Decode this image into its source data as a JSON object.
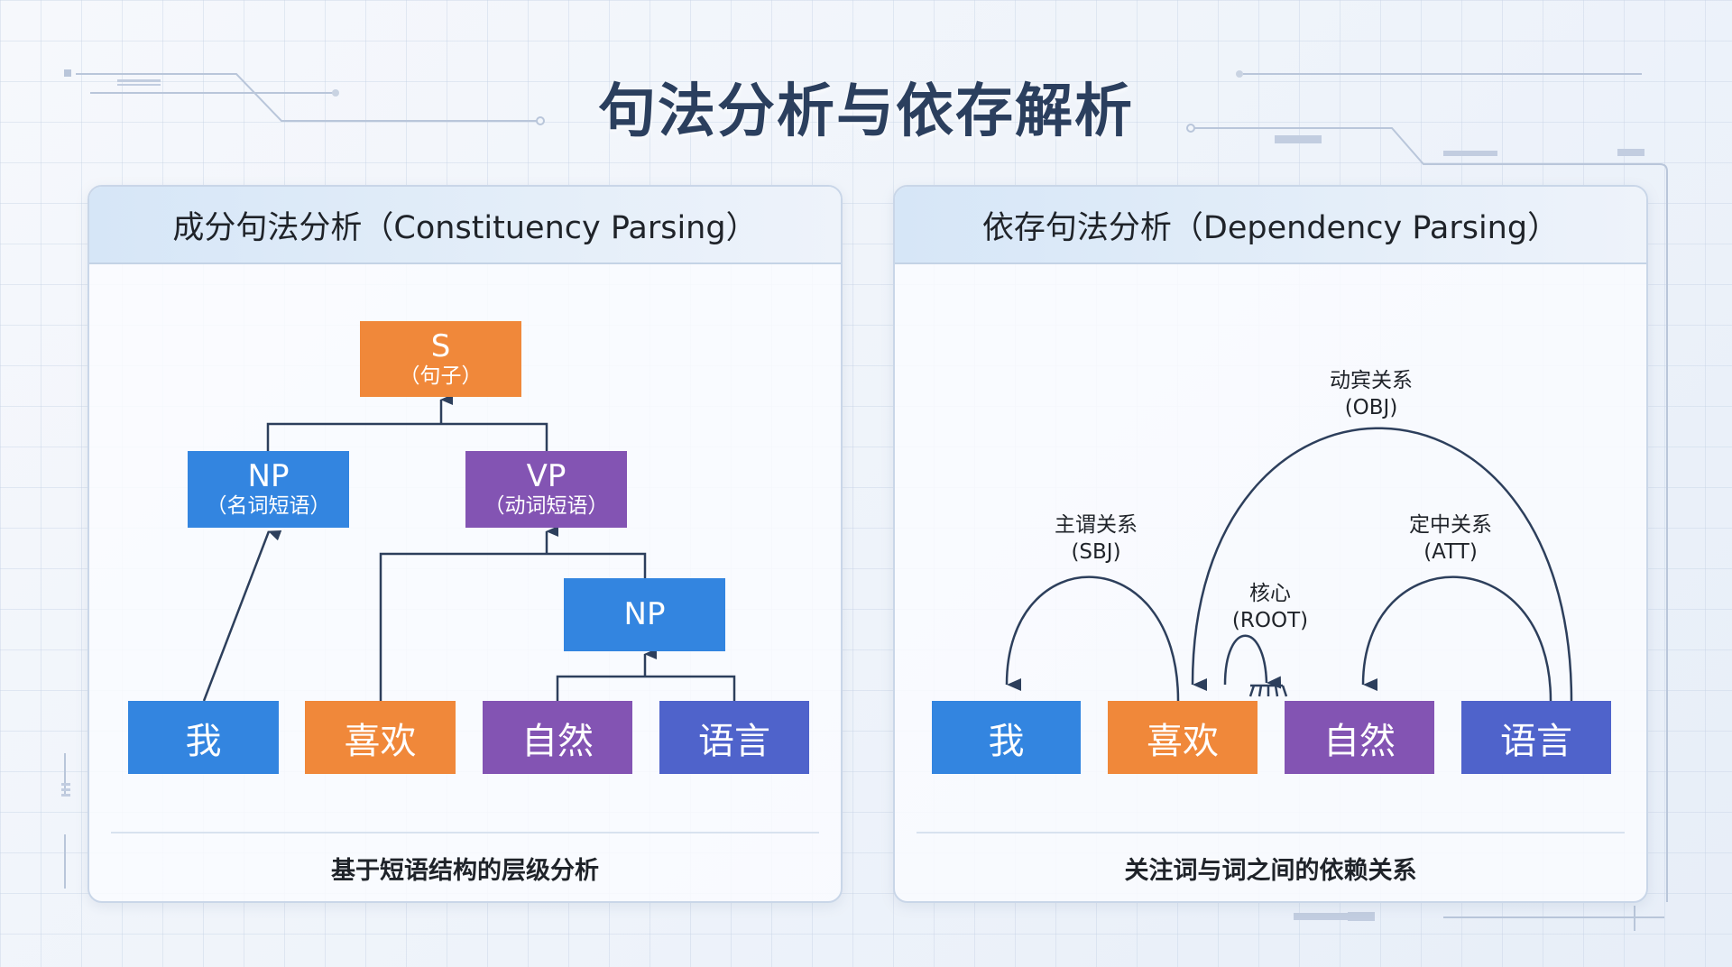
{
  "title": "句法分析与依存解析",
  "colors": {
    "orange": "#f0883a",
    "blue": "#3385e0",
    "purple": "#8354b3",
    "indigo": "#4f63cb",
    "line": "#2d3f5c"
  },
  "constituency": {
    "header": "成分句法分析（Constituency Parsing）",
    "footer": "基于短语结构的层级分析",
    "nodes": {
      "s": {
        "label": "S",
        "sub": "（句子）"
      },
      "np": {
        "label": "NP",
        "sub": "（名词短语）"
      },
      "vp": {
        "label": "VP",
        "sub": "（动词短语）"
      },
      "np2": {
        "label": "NP"
      }
    },
    "words": [
      "我",
      "喜欢",
      "自然",
      "语言"
    ]
  },
  "dependency": {
    "header": "依存句法分析（Dependency Parsing）",
    "footer": "关注词与词之间的依赖关系",
    "words": [
      "我",
      "喜欢",
      "自然",
      "语言"
    ],
    "relations": [
      {
        "name": "主谓关系",
        "tag": "(SBJ)",
        "head": "喜欢",
        "dependent": "我"
      },
      {
        "name": "核心",
        "tag": "(ROOT)",
        "head": "ROOT",
        "dependent": "喜欢"
      },
      {
        "name": "动宾关系",
        "tag": "(OBJ)",
        "head": "喜欢",
        "dependent": "语言"
      },
      {
        "name": "定中关系",
        "tag": "(ATT)",
        "head": "语言",
        "dependent": "自然"
      }
    ]
  }
}
